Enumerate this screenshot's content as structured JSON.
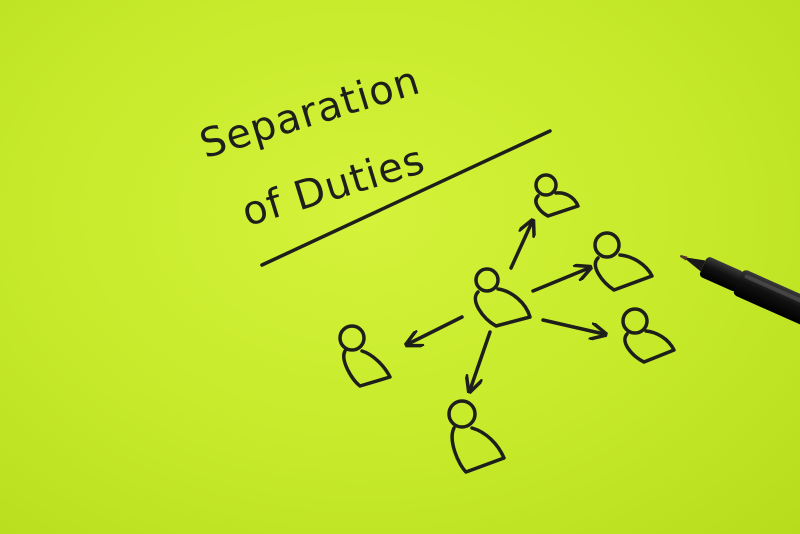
{
  "title": {
    "line1": "Separation",
    "line2": "of Duties"
  },
  "colors": {
    "paper": "#c6ea2a",
    "ink": "#1e1e1a"
  },
  "icons": [
    "person-icon",
    "arrow-icon",
    "marker-pen"
  ]
}
